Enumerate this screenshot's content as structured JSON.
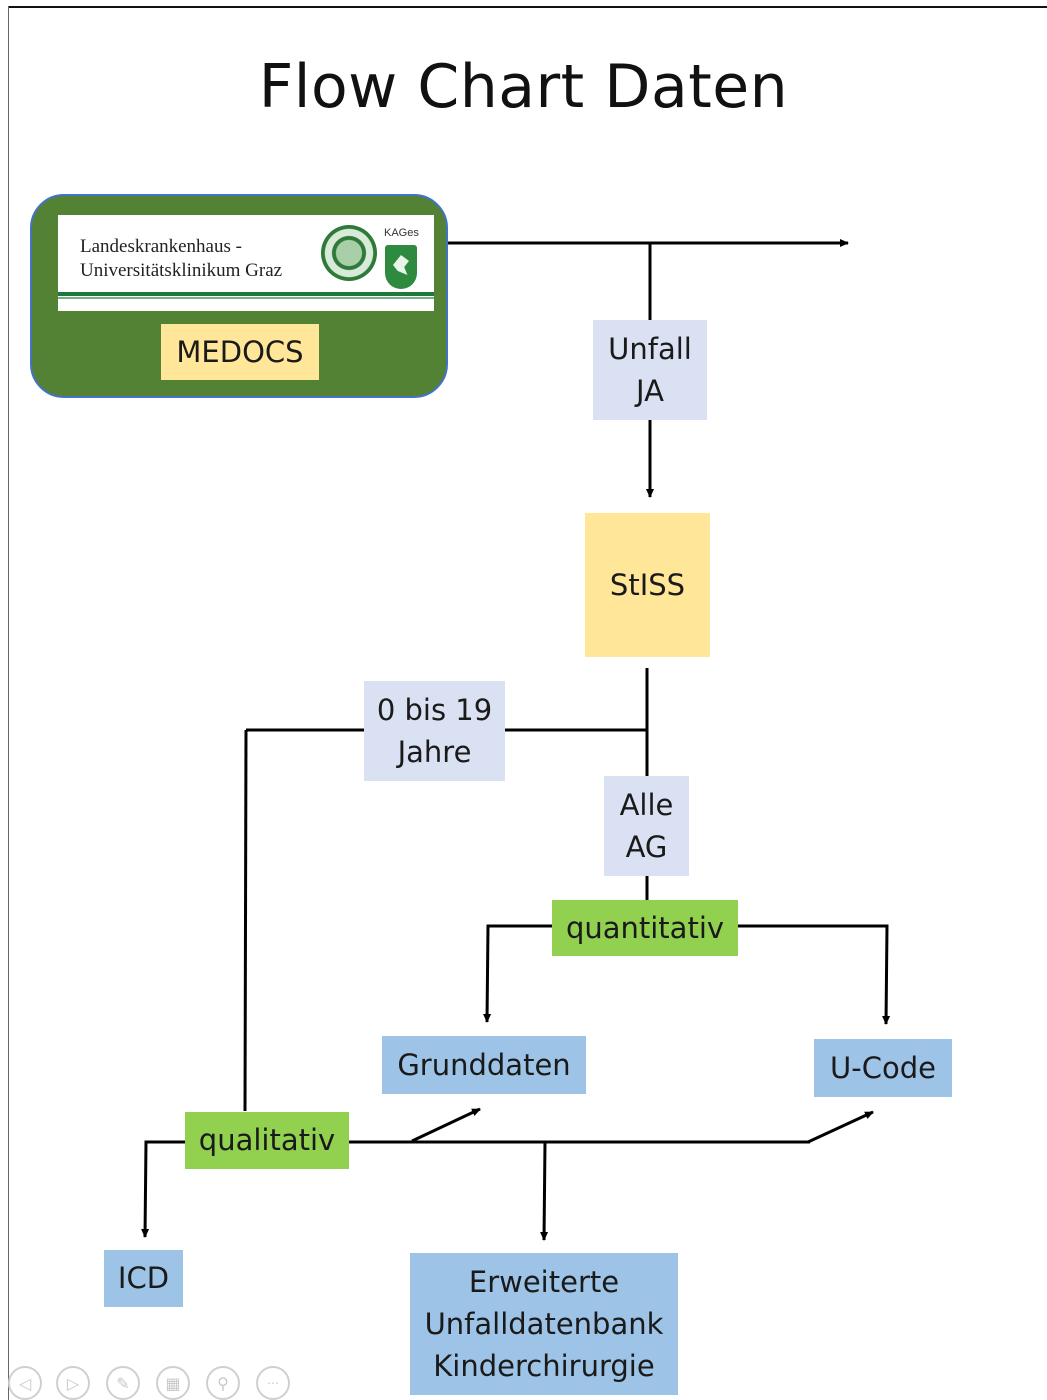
{
  "title": "Flow Chart Daten",
  "logo": {
    "text": "Landeskrankenhaus -\nUniversitätsklinikum Graz",
    "kages": "KAGes"
  },
  "nodes": {
    "medocs": "MEDOCS",
    "unfall_ja": "Unfall\nJA",
    "stiss": "StISS",
    "age_0_19": "0 bis 19\nJahre",
    "alle_ag": "Alle\nAG",
    "quantitativ": "quantitativ",
    "grunddaten": "Grunddaten",
    "u_code": "U-Code",
    "qualitativ": "qualitativ",
    "icd": "ICD",
    "erweiterte": "Erweiterte\nUnfalldatenbank\nKinderchirurgie"
  },
  "colors": {
    "panel_green": "#548235",
    "yellow": "#ffe699",
    "light_blue": "#d9e1f2",
    "blue": "#9dc3e6",
    "green": "#92d050"
  },
  "toolbar_icons": [
    "prev-icon",
    "next-icon",
    "pen-icon",
    "slides-icon",
    "zoom-icon",
    "more-icon"
  ]
}
